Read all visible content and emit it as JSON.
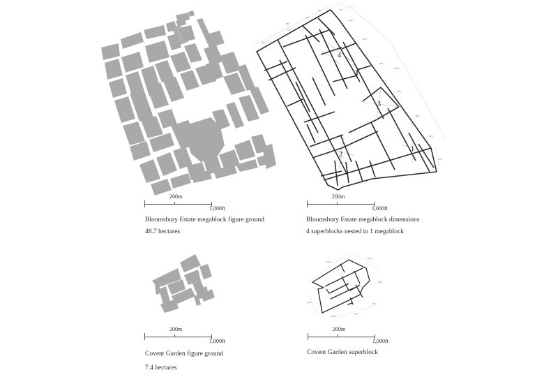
{
  "panels": [
    {
      "id": "bloomsbury-figure-ground",
      "scale": {
        "metric": "200m",
        "imperial": "1,000ft"
      },
      "caption": {
        "title": "Bloomsbury Estate megablock figure ground",
        "subtitle": "48.7 hectares"
      }
    },
    {
      "id": "bloomsbury-dimensions",
      "scale": {
        "metric": "200m",
        "imperial": "1,000ft"
      },
      "caption": {
        "title": "Bloomsbury Estate megablock dimensions",
        "subtitle": "4 superblocks nested in 1 megablock"
      },
      "superblock_labels": [
        "1",
        "2",
        "3",
        "4"
      ]
    },
    {
      "id": "covent-garden-figure-ground",
      "scale": {
        "metric": "200m",
        "imperial": "1,000ft"
      },
      "caption": {
        "title": "Covent Garden figure ground",
        "subtitle": "7.4 hectares"
      }
    },
    {
      "id": "covent-garden-superblock",
      "scale": {
        "metric": "200m",
        "imperial": "1,000ft"
      },
      "caption": {
        "title": "Covent Garden superblock"
      }
    }
  ],
  "colors": {
    "building_fill": "#a9a9a9",
    "street_line": "#2b2b2b",
    "dimension_text": "#b25050",
    "dimension_line": "#dddddd",
    "background": "#ffffff"
  }
}
